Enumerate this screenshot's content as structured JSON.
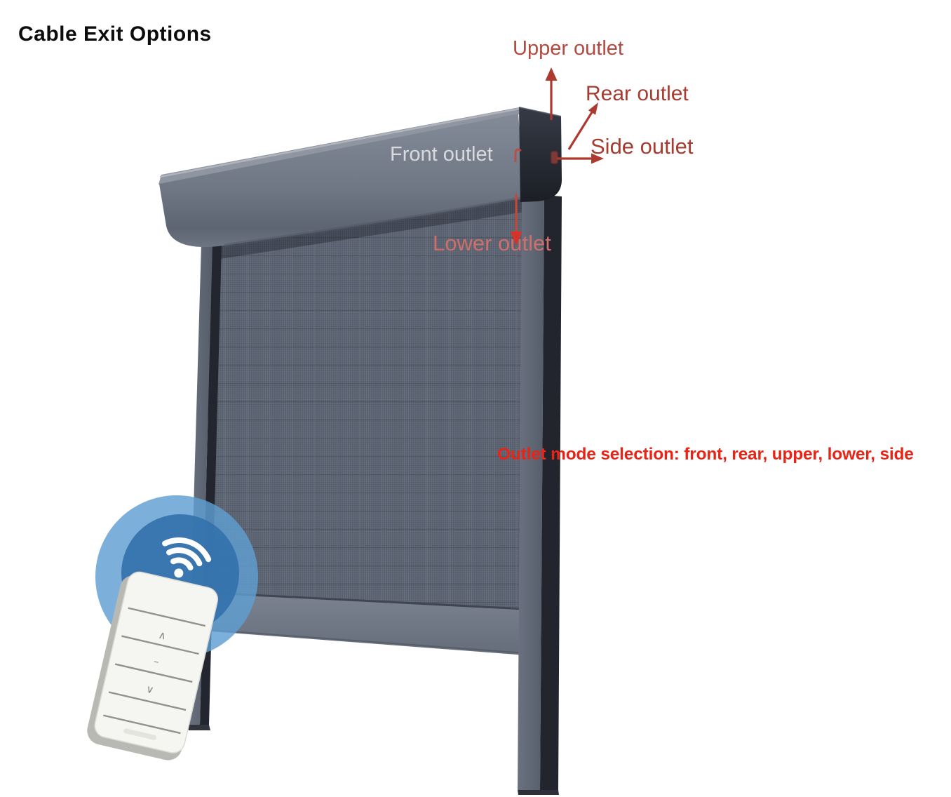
{
  "page": {
    "title": "Cable Exit Options"
  },
  "annotations": {
    "upper_outlet": "Upper outlet",
    "rear_outlet": "Rear outlet",
    "side_outlet": "Side outlet",
    "front_outlet": "Front outlet",
    "lower_outlet": "Lower outlet",
    "outlet_modes_caption": "Outlet mode selection: front, rear, upper, lower, side"
  },
  "remote_control": {
    "buttons": [
      {
        "name": "up",
        "glyph": "∧"
      },
      {
        "name": "stop",
        "glyph": "–"
      },
      {
        "name": "down",
        "glyph": "∨"
      }
    ]
  },
  "icons": {
    "wifi": "wifi-icon",
    "outlet_arrows": [
      "upper-outlet-arrow",
      "rear-outlet-arrow",
      "side-outlet-arrow",
      "lower-outlet-arrow"
    ]
  },
  "colors": {
    "annotation_red": "#ad3a2f",
    "lower_outlet_pink": "#ce6f6c",
    "front_outlet_white": "#d8dade",
    "caption_red": "#e92416",
    "title_black": "#0c0c0c",
    "wifi_badge_outer_blue": "#5f9fd2",
    "wifi_badge_inner_blue": "#3371ac",
    "cassette_gray": "#6f7684",
    "mesh_gray": "#5d6471",
    "end_cap_dark": "#22252d"
  }
}
